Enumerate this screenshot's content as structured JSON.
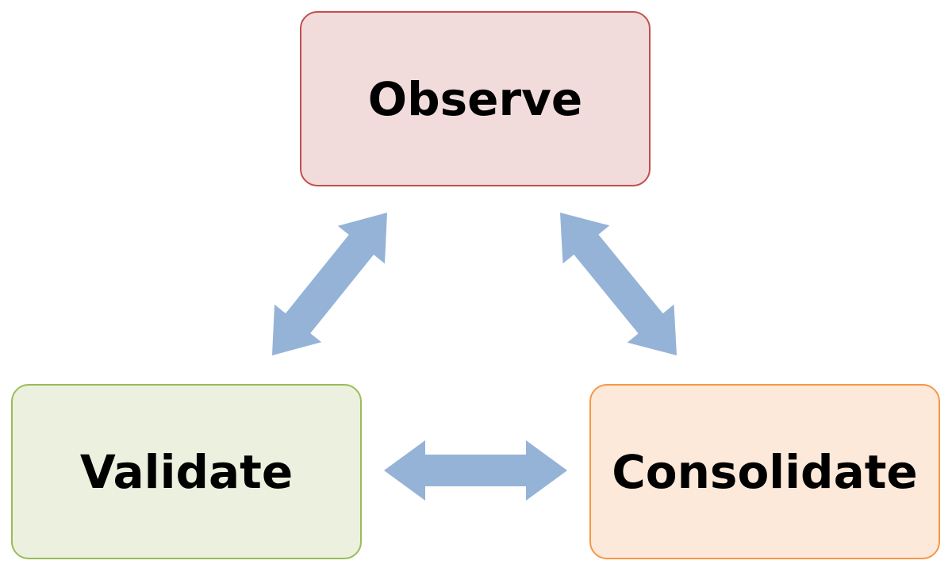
{
  "diagram": {
    "nodes": {
      "observe": {
        "label": "Observe",
        "fill": "#f2dcdb",
        "stroke": "#c0504d"
      },
      "validate": {
        "label": "Validate",
        "fill": "#ebf1de",
        "stroke": "#9bbb59"
      },
      "consolidate": {
        "label": "Consolidate",
        "fill": "#fde9d9",
        "stroke": "#f79646"
      }
    },
    "edges": [
      {
        "from": "validate",
        "to": "observe",
        "direction": "both"
      },
      {
        "from": "observe",
        "to": "consolidate",
        "direction": "both"
      },
      {
        "from": "validate",
        "to": "consolidate",
        "direction": "both"
      }
    ],
    "arrow_color": "#95b3d7"
  }
}
